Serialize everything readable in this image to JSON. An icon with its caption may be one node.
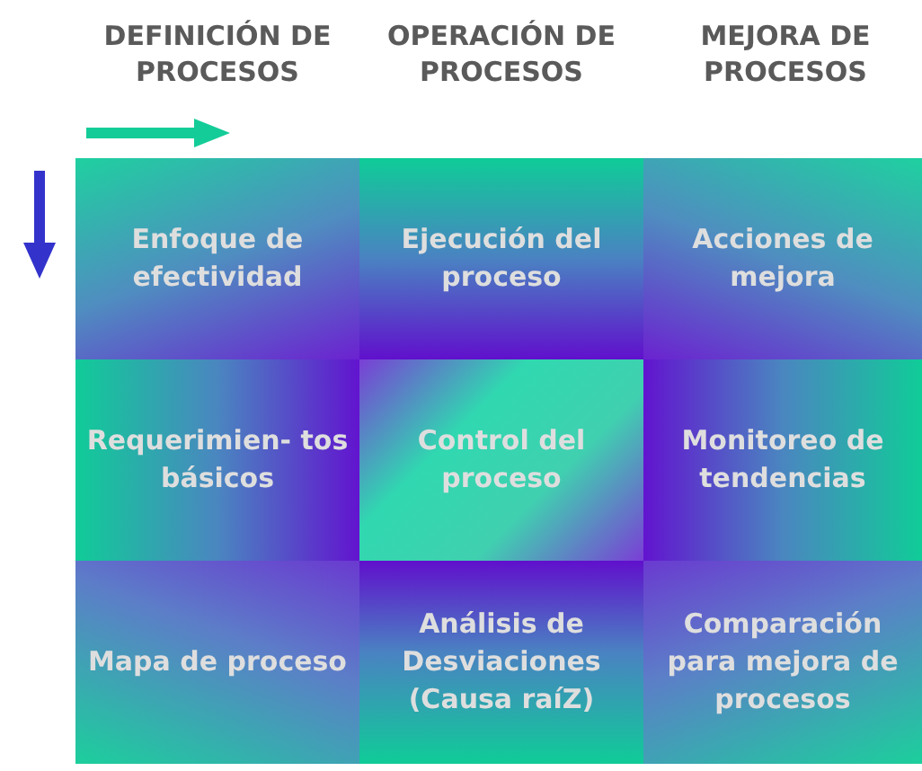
{
  "diagram": {
    "nodes": [
      {
        "text": [
          "Enfoque de efectividad"
        ]
      },
      {
        "text": [
          "Ejecución del proceso"
        ]
      },
      {
        "text": [
          "Acciones de mejora"
        ]
      },
      {
        "text": [
          "Requerimien- tos básicos"
        ]
      },
      {
        "text": [
          "Control del proceso"
        ]
      },
      {
        "text": [
          "Monitoreo de tendencias"
        ]
      },
      {
        "text": [
          "Mapa de proceso"
        ]
      },
      {
        "text": [
          "Análisis de Desviaciones (Causa raíZ)"
        ]
      },
      {
        "text": [
          "Comparación para mejora de procesos"
        ]
      }
    ],
    "labels": [
      "DEFINICIÓN DE PROCESOS",
      "OPERACIÓN DE PROCESOS",
      "MEJORA DE PROCESOS"
    ]
  }
}
